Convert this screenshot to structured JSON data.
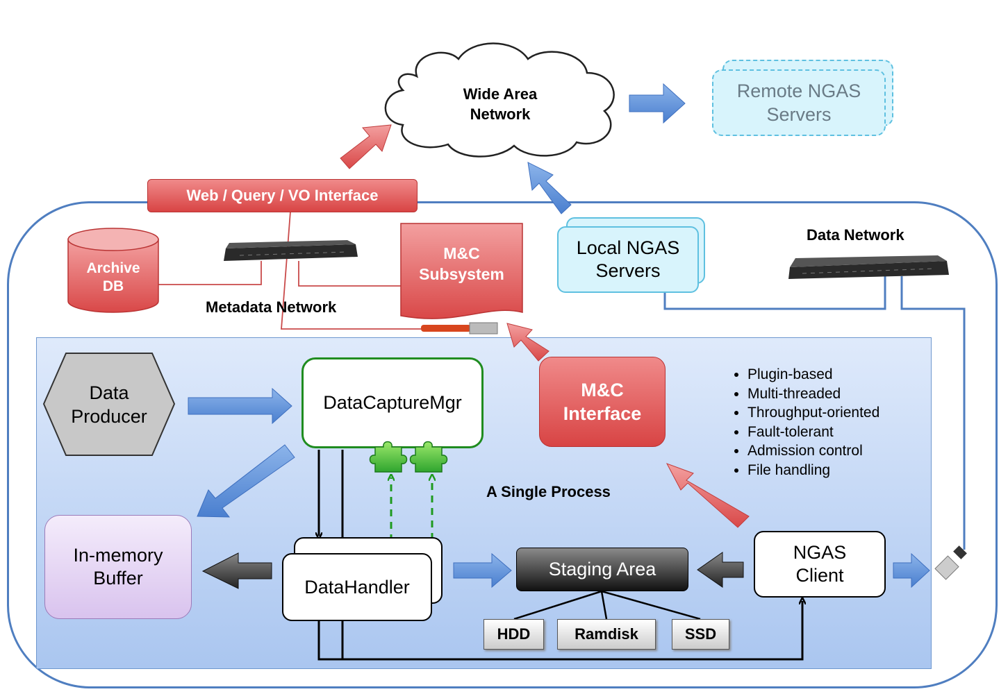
{
  "network": {
    "wan_line1": "Wide Area",
    "wan_line2": "Network",
    "remote_line1": "Remote NGAS",
    "remote_line2": "Servers",
    "local_line1": "Local NGAS",
    "local_line2": "Servers",
    "data_network": "Data Network",
    "metadata_network": "Metadata Network",
    "web_interface": "Web / Query / VO Interface"
  },
  "metadata": {
    "archive_line1": "Archive",
    "archive_line2": "DB",
    "mc_subsystem_line1": "M&C",
    "mc_subsystem_line2": "Subsystem"
  },
  "process": {
    "title": "A Single Process",
    "data_producer_line1": "Data",
    "data_producer_line2": "Producer",
    "capture_mgr": "DataCaptureMgr",
    "mc_interface_line1": "M&C",
    "mc_interface_line2": "Interface",
    "memory_buffer_line1": "In-memory",
    "memory_buffer_line2": "Buffer",
    "data_handler": "DataHandler",
    "staging_area": "Staging Area",
    "ngas_client_line1": "NGAS",
    "ngas_client_line2": "Client",
    "storage": [
      "HDD",
      "Ramdisk",
      "SSD"
    ],
    "features": [
      "Plugin-based",
      "Multi-threaded",
      "Throughput-oriented",
      "Fault-tolerant",
      "Admission control",
      "File handling"
    ]
  },
  "colors": {
    "blue_arrow": "#5b8fd6",
    "red_arrow": "#e05a5a",
    "frame": "#4f7ec0",
    "red_box": "#d84444",
    "cyan_border": "#5ec0e0",
    "green_border": "#1f8c1f"
  }
}
